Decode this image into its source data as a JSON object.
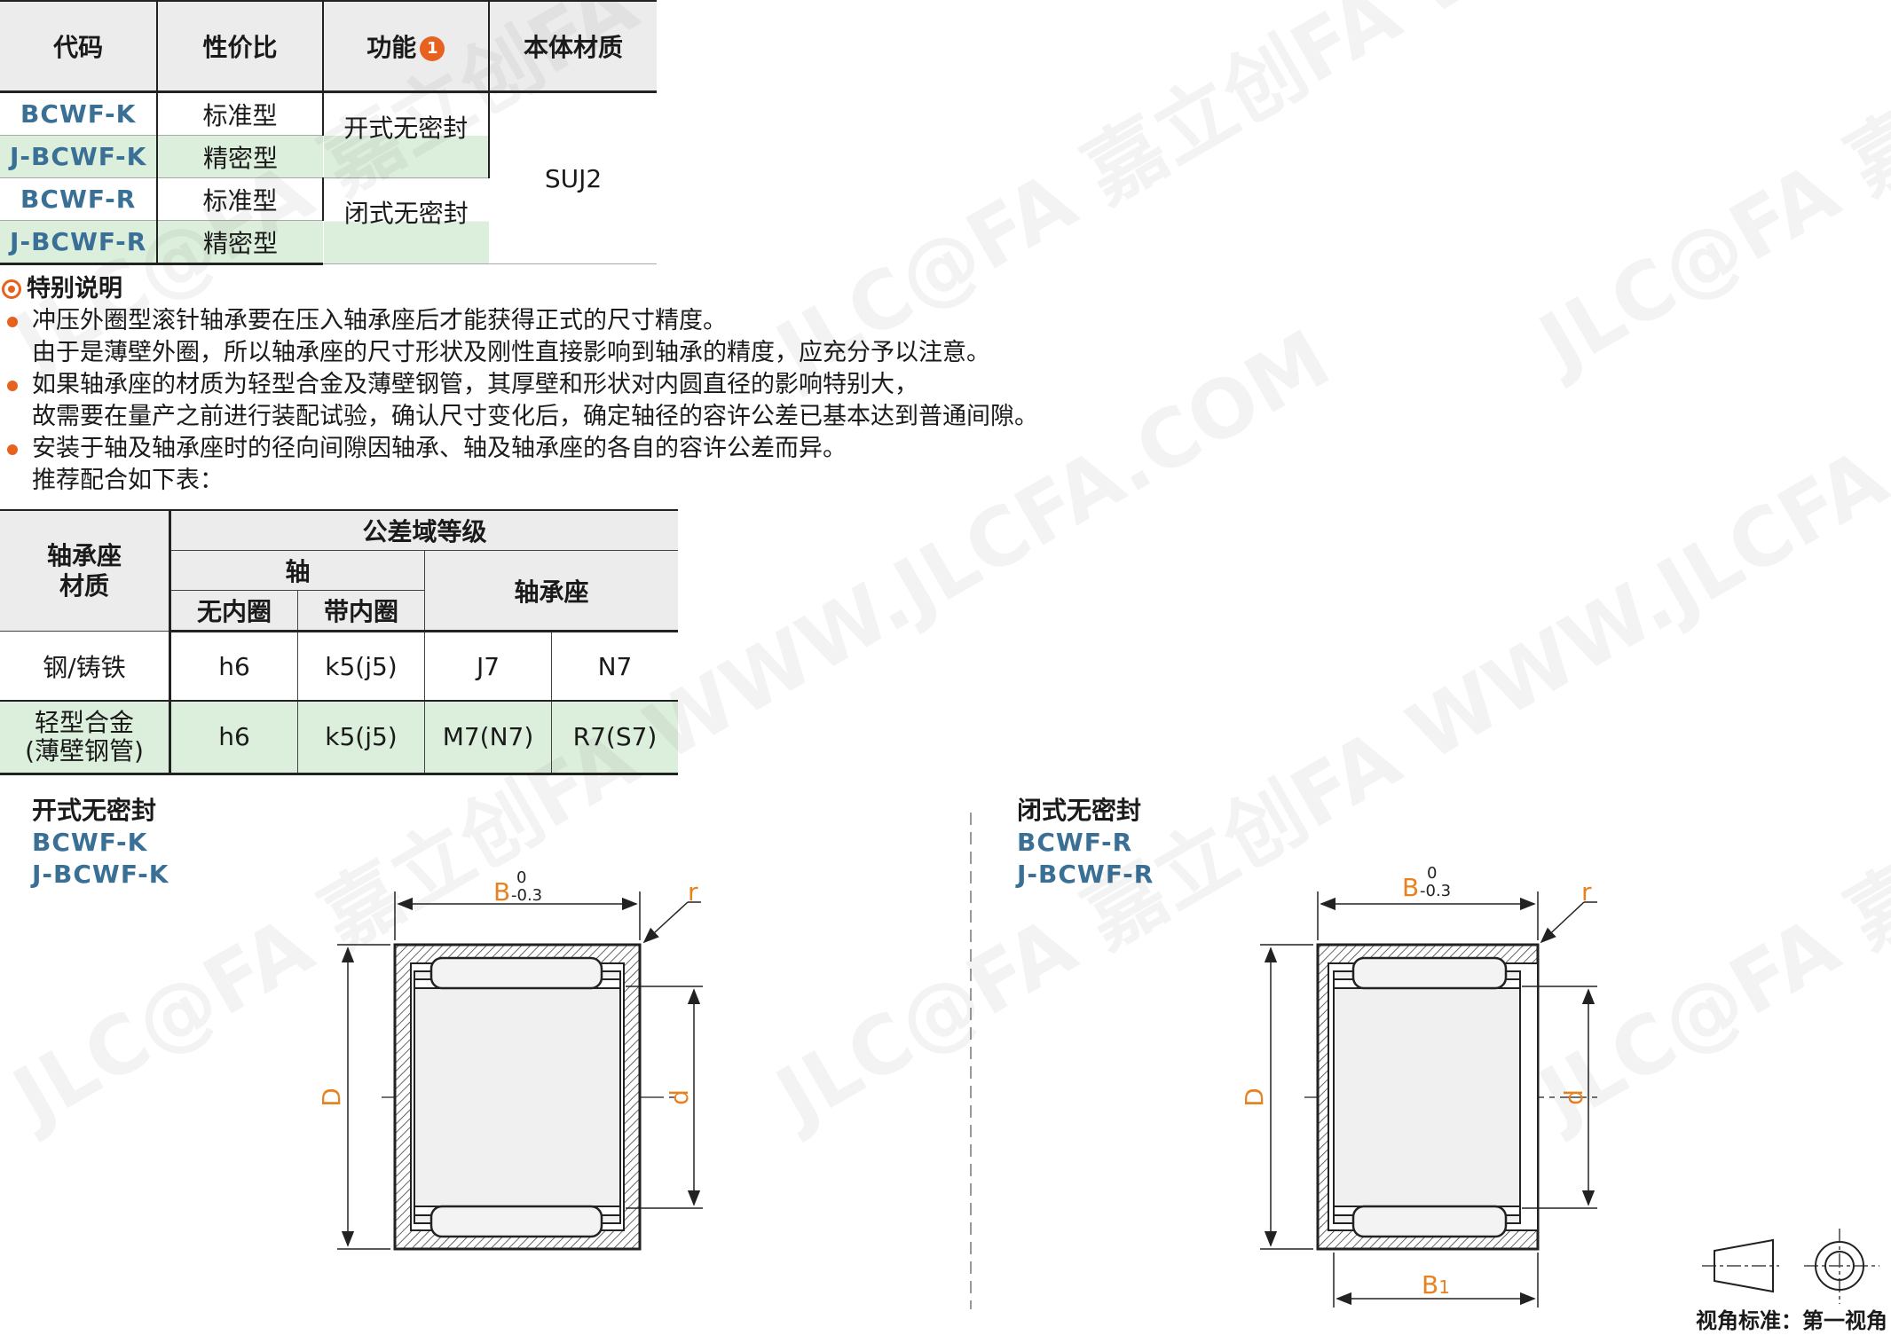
{
  "spec_table": {
    "headers": [
      "代码",
      "性价比",
      "功能",
      "本体材质"
    ],
    "function_badge": "1",
    "rows": [
      {
        "code": "BCWF-K",
        "grade": "标准型"
      },
      {
        "code": "J-BCWF-K",
        "grade": "精密型"
      },
      {
        "code": "BCWF-R",
        "grade": "标准型"
      },
      {
        "code": "J-BCWF-R",
        "grade": "精密型"
      }
    ],
    "functions": [
      "开式无密封",
      "闭式无密封"
    ],
    "material": "SUJ2"
  },
  "notes": {
    "title": "特别说明",
    "lines": [
      "冲压外圈型滚针轴承要在压入轴承座后才能获得正式的尺寸精度。",
      "由于是薄壁外圈，所以轴承座的尺寸形状及刚性直接影响到轴承的精度，应充分予以注意。",
      "如果轴承座的材质为轻型合金及薄壁钢管，其厚壁和形状对内圆直径的影响特别大，",
      "故需要在量产之前进行装配试验，确认尺寸变化后，确定轴径的容许公差已基本达到普通间隙。",
      "安装于轴及轴承座时的径向间隙因轴承、轴及轴承座的各自的容许公差而异。",
      "推荐配合如下表："
    ]
  },
  "fit_table": {
    "header_material": "轴承座材质",
    "header_material_l1": "轴承座",
    "header_material_l2": "材质",
    "header_tolerance": "公差域等级",
    "header_shaft": "轴",
    "header_housing": "轴承座",
    "header_no_inner": "无内圈",
    "header_with_inner": "带内圈",
    "rows": [
      {
        "material": "钢/铸铁",
        "no_inner": "h6",
        "with_inner": "k5(j5)",
        "housing1": "J7",
        "housing2": "N7"
      },
      {
        "material_l1": "轻型合金",
        "material_l2": "(薄壁钢管)",
        "no_inner": "h6",
        "with_inner": "k5(j5)",
        "housing1": "M7(N7)",
        "housing2": "R7(S7)"
      }
    ]
  },
  "drawing_open": {
    "title": "开式无密封",
    "code1": "BCWF-K",
    "code2": "J-BCWF-K",
    "dim_B": "B",
    "tol_upper": "0",
    "tol_lower": "-0.3",
    "dim_r": "r",
    "dim_D": "D",
    "dim_d": "d"
  },
  "drawing_closed": {
    "title": "闭式无密封",
    "code1": "BCWF-R",
    "code2": "J-BCWF-R",
    "dim_B": "B",
    "tol_upper": "0",
    "tol_lower": "-0.3",
    "dim_r": "r",
    "dim_D": "D",
    "dim_d": "d",
    "dim_B1": "B",
    "dim_B1_sub": "1"
  },
  "view_standard": "视角标准：第一视角",
  "watermark": "JLC@FA 嘉立创FA WWW.JLCFA.COM",
  "colors": {
    "accent_orange": "#e8621f",
    "dim_orange": "#e8821f",
    "code_blue": "#3a6f96",
    "highlight_green": "#dcefdc",
    "header_gray": "#ececec"
  }
}
